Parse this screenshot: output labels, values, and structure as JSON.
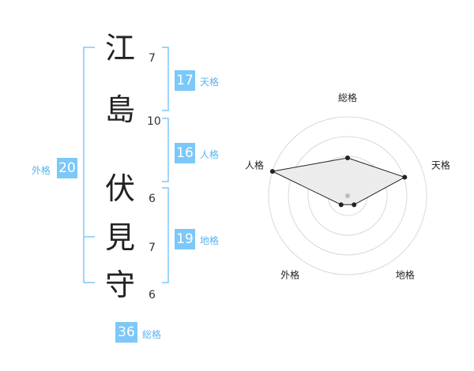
{
  "name_chars": [
    {
      "char": "江",
      "strokes": "7"
    },
    {
      "char": "島",
      "strokes": "10"
    },
    {
      "char": "伏",
      "strokes": "6"
    },
    {
      "char": "見",
      "strokes": "7"
    },
    {
      "char": "守",
      "strokes": "6"
    }
  ],
  "fortunes": {
    "tenkaku": {
      "value": "17",
      "label": "天格"
    },
    "jinkaku": {
      "value": "16",
      "label": "人格"
    },
    "chikaku": {
      "value": "19",
      "label": "地格"
    },
    "gaikaku": {
      "value": "20",
      "label": "外格"
    },
    "soukaku": {
      "value": "36",
      "label": "総格"
    }
  },
  "radar": {
    "axes": [
      "総格",
      "天格",
      "地格",
      "外格",
      "人格"
    ],
    "levels": [
      0.48,
      0.76,
      0.14,
      0.14,
      1.0
    ],
    "accent_color": "#7cc8f8",
    "fill_color": "#ececec",
    "line_color": "#222222"
  }
}
